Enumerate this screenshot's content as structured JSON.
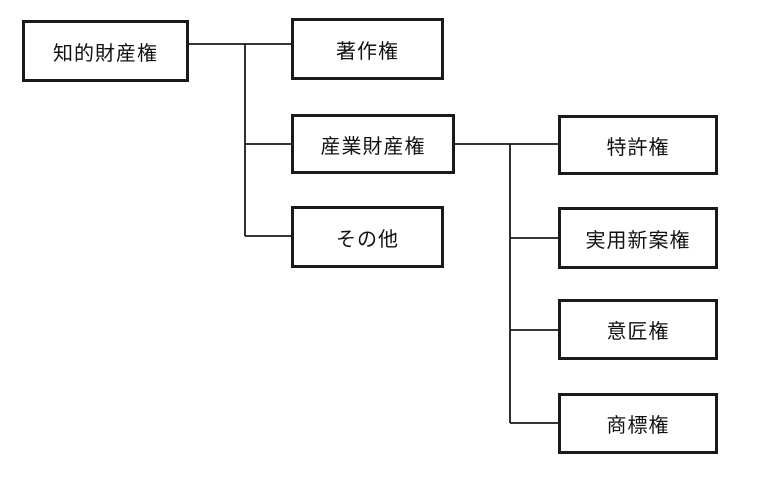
{
  "root": {
    "label": "知的財産権"
  },
  "level1": {
    "copyright": {
      "label": "著作権"
    },
    "industrial_property": {
      "label": "産業財産権"
    },
    "other": {
      "label": "その他"
    }
  },
  "level2": {
    "patent": {
      "label": "特許権"
    },
    "utility_model": {
      "label": "実用新案権"
    },
    "design": {
      "label": "意匠権"
    },
    "trademark": {
      "label": "商標権"
    }
  },
  "colors": {
    "border": "#1a1a1a",
    "line": "#1a1a1a",
    "background": "#ffffff"
  }
}
